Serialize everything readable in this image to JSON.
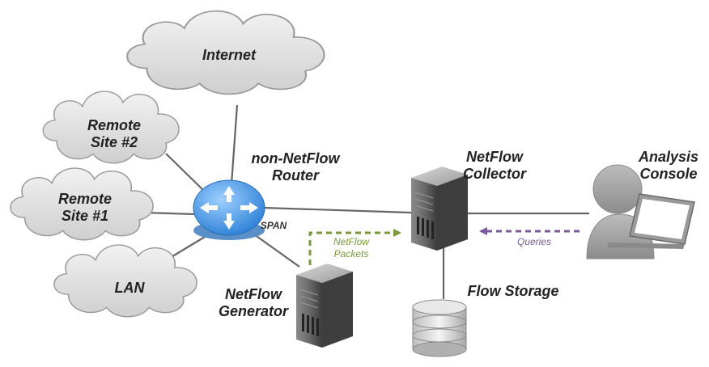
{
  "clouds": {
    "internet": "Internet",
    "remote2": [
      "Remote",
      "Site #2"
    ],
    "remote1": [
      "Remote",
      "Site #1"
    ],
    "lan": "LAN"
  },
  "router": [
    "non-NetFlow",
    "Router"
  ],
  "span": "SPAN",
  "collector": [
    "NetFlow",
    "Collector"
  ],
  "console": [
    "Analysis",
    "Console"
  ],
  "generator": [
    "NetFlow",
    "Generator"
  ],
  "storage": "Flow Storage",
  "packets": [
    "NetFlow",
    "Packets"
  ],
  "queries": "Queries",
  "colors": {
    "packets": "#7a9a3a",
    "queries": "#7a5a9a"
  },
  "icons": [
    "cloud-icon",
    "router-icon",
    "server-icon",
    "database-icon",
    "user-laptop-icon"
  ]
}
